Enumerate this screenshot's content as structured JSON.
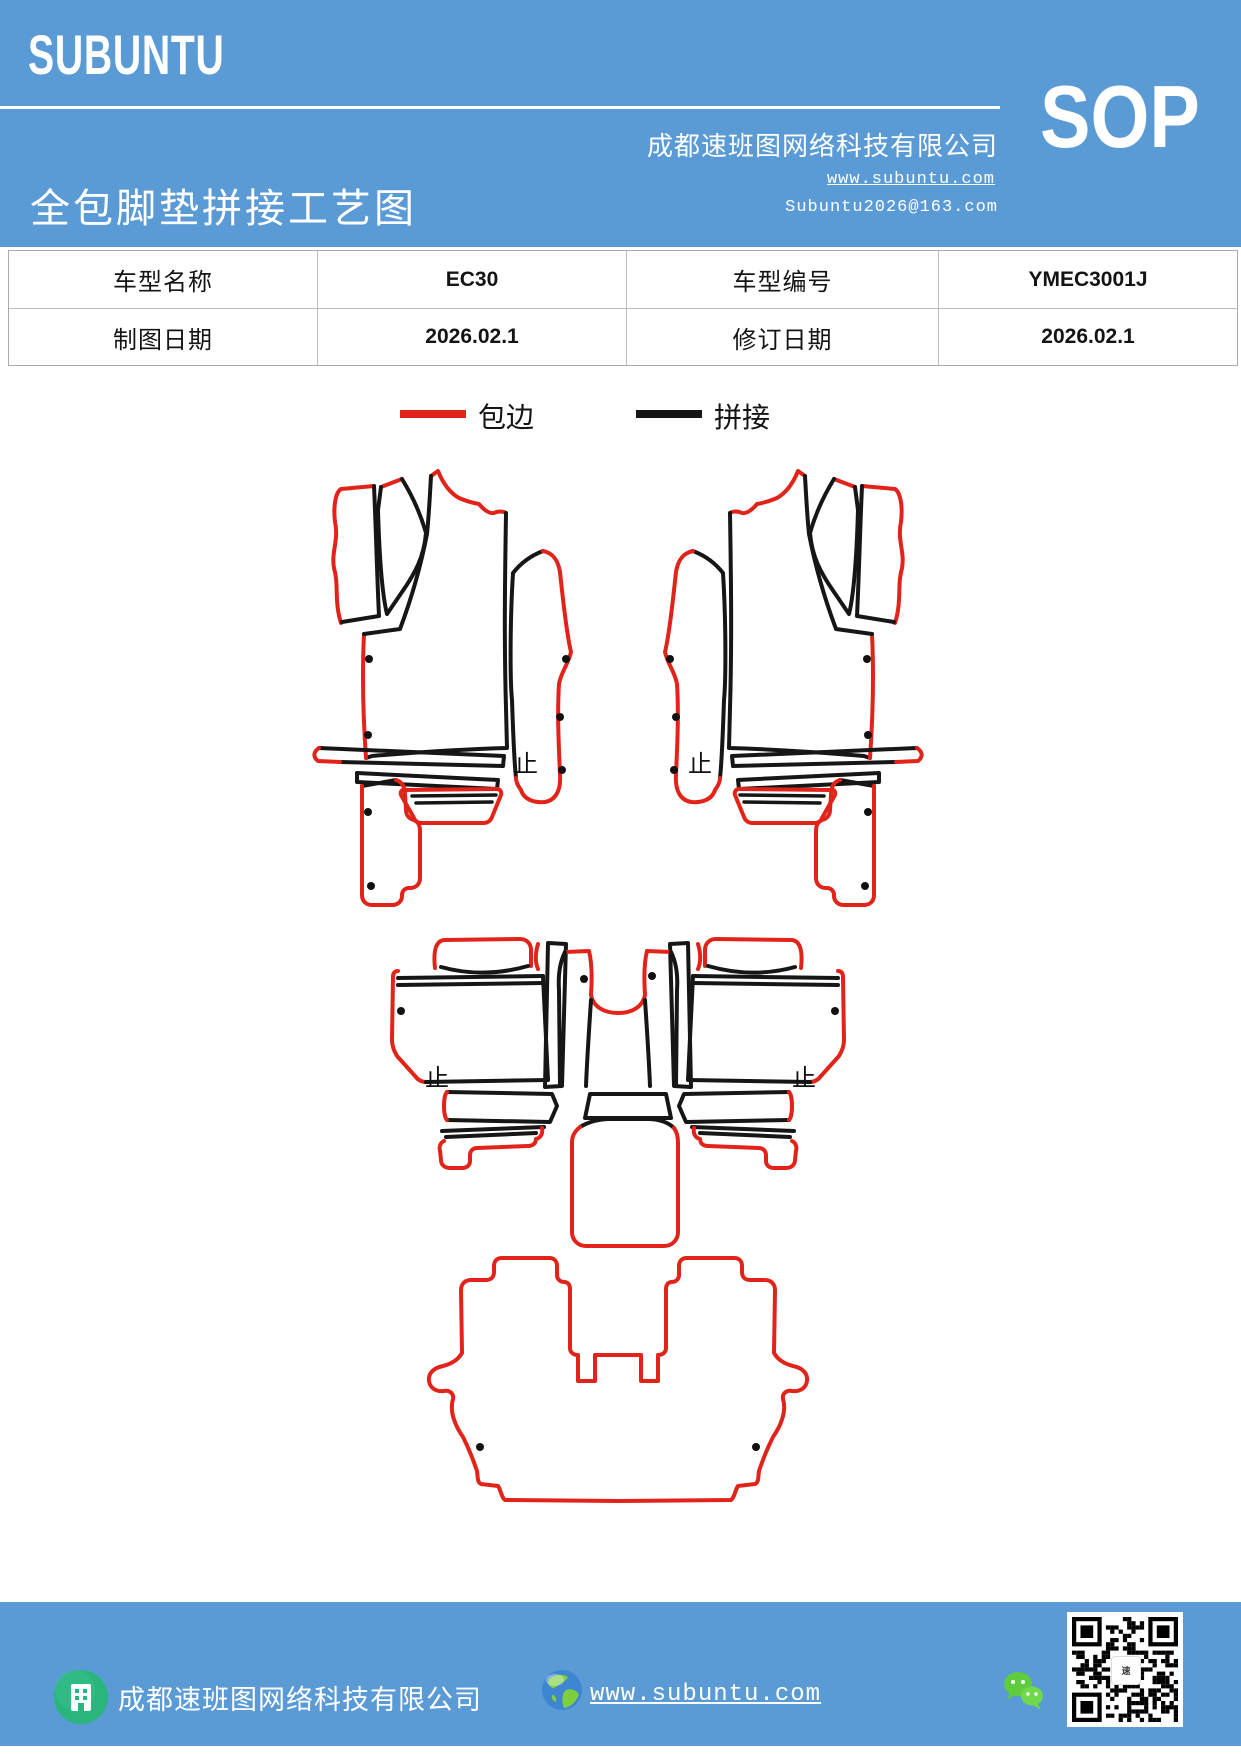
{
  "header": {
    "brand": "SUBUNTU",
    "title": "全包脚垫拼接工艺图",
    "company": "成都速班图网络科技有限公司",
    "sop": "SOP",
    "website": "www.subuntu.com",
    "email": "Subuntu2026@163.com"
  },
  "table": {
    "rows": [
      [
        "车型名称",
        "EC30",
        "车型编号",
        "YMEC3001J"
      ],
      [
        "制图日期",
        "2026.02.1",
        "修订日期",
        "2026.02.1"
      ]
    ]
  },
  "legend": {
    "binding_label": "包边",
    "binding_color": "#e2231a",
    "splice_label": "拼接",
    "splice_color": "#161616"
  },
  "diagram": {
    "stop_mark": "止"
  },
  "footer": {
    "company": "成都速班图网络科技有限公司",
    "website": "www.subuntu.com"
  },
  "colors": {
    "band_blue": "#5b9bd5",
    "edge_red": "#e2231a",
    "splice_black": "#161616",
    "wechat_green": "#5ecc3c",
    "badge_green": "#2ab57d"
  }
}
